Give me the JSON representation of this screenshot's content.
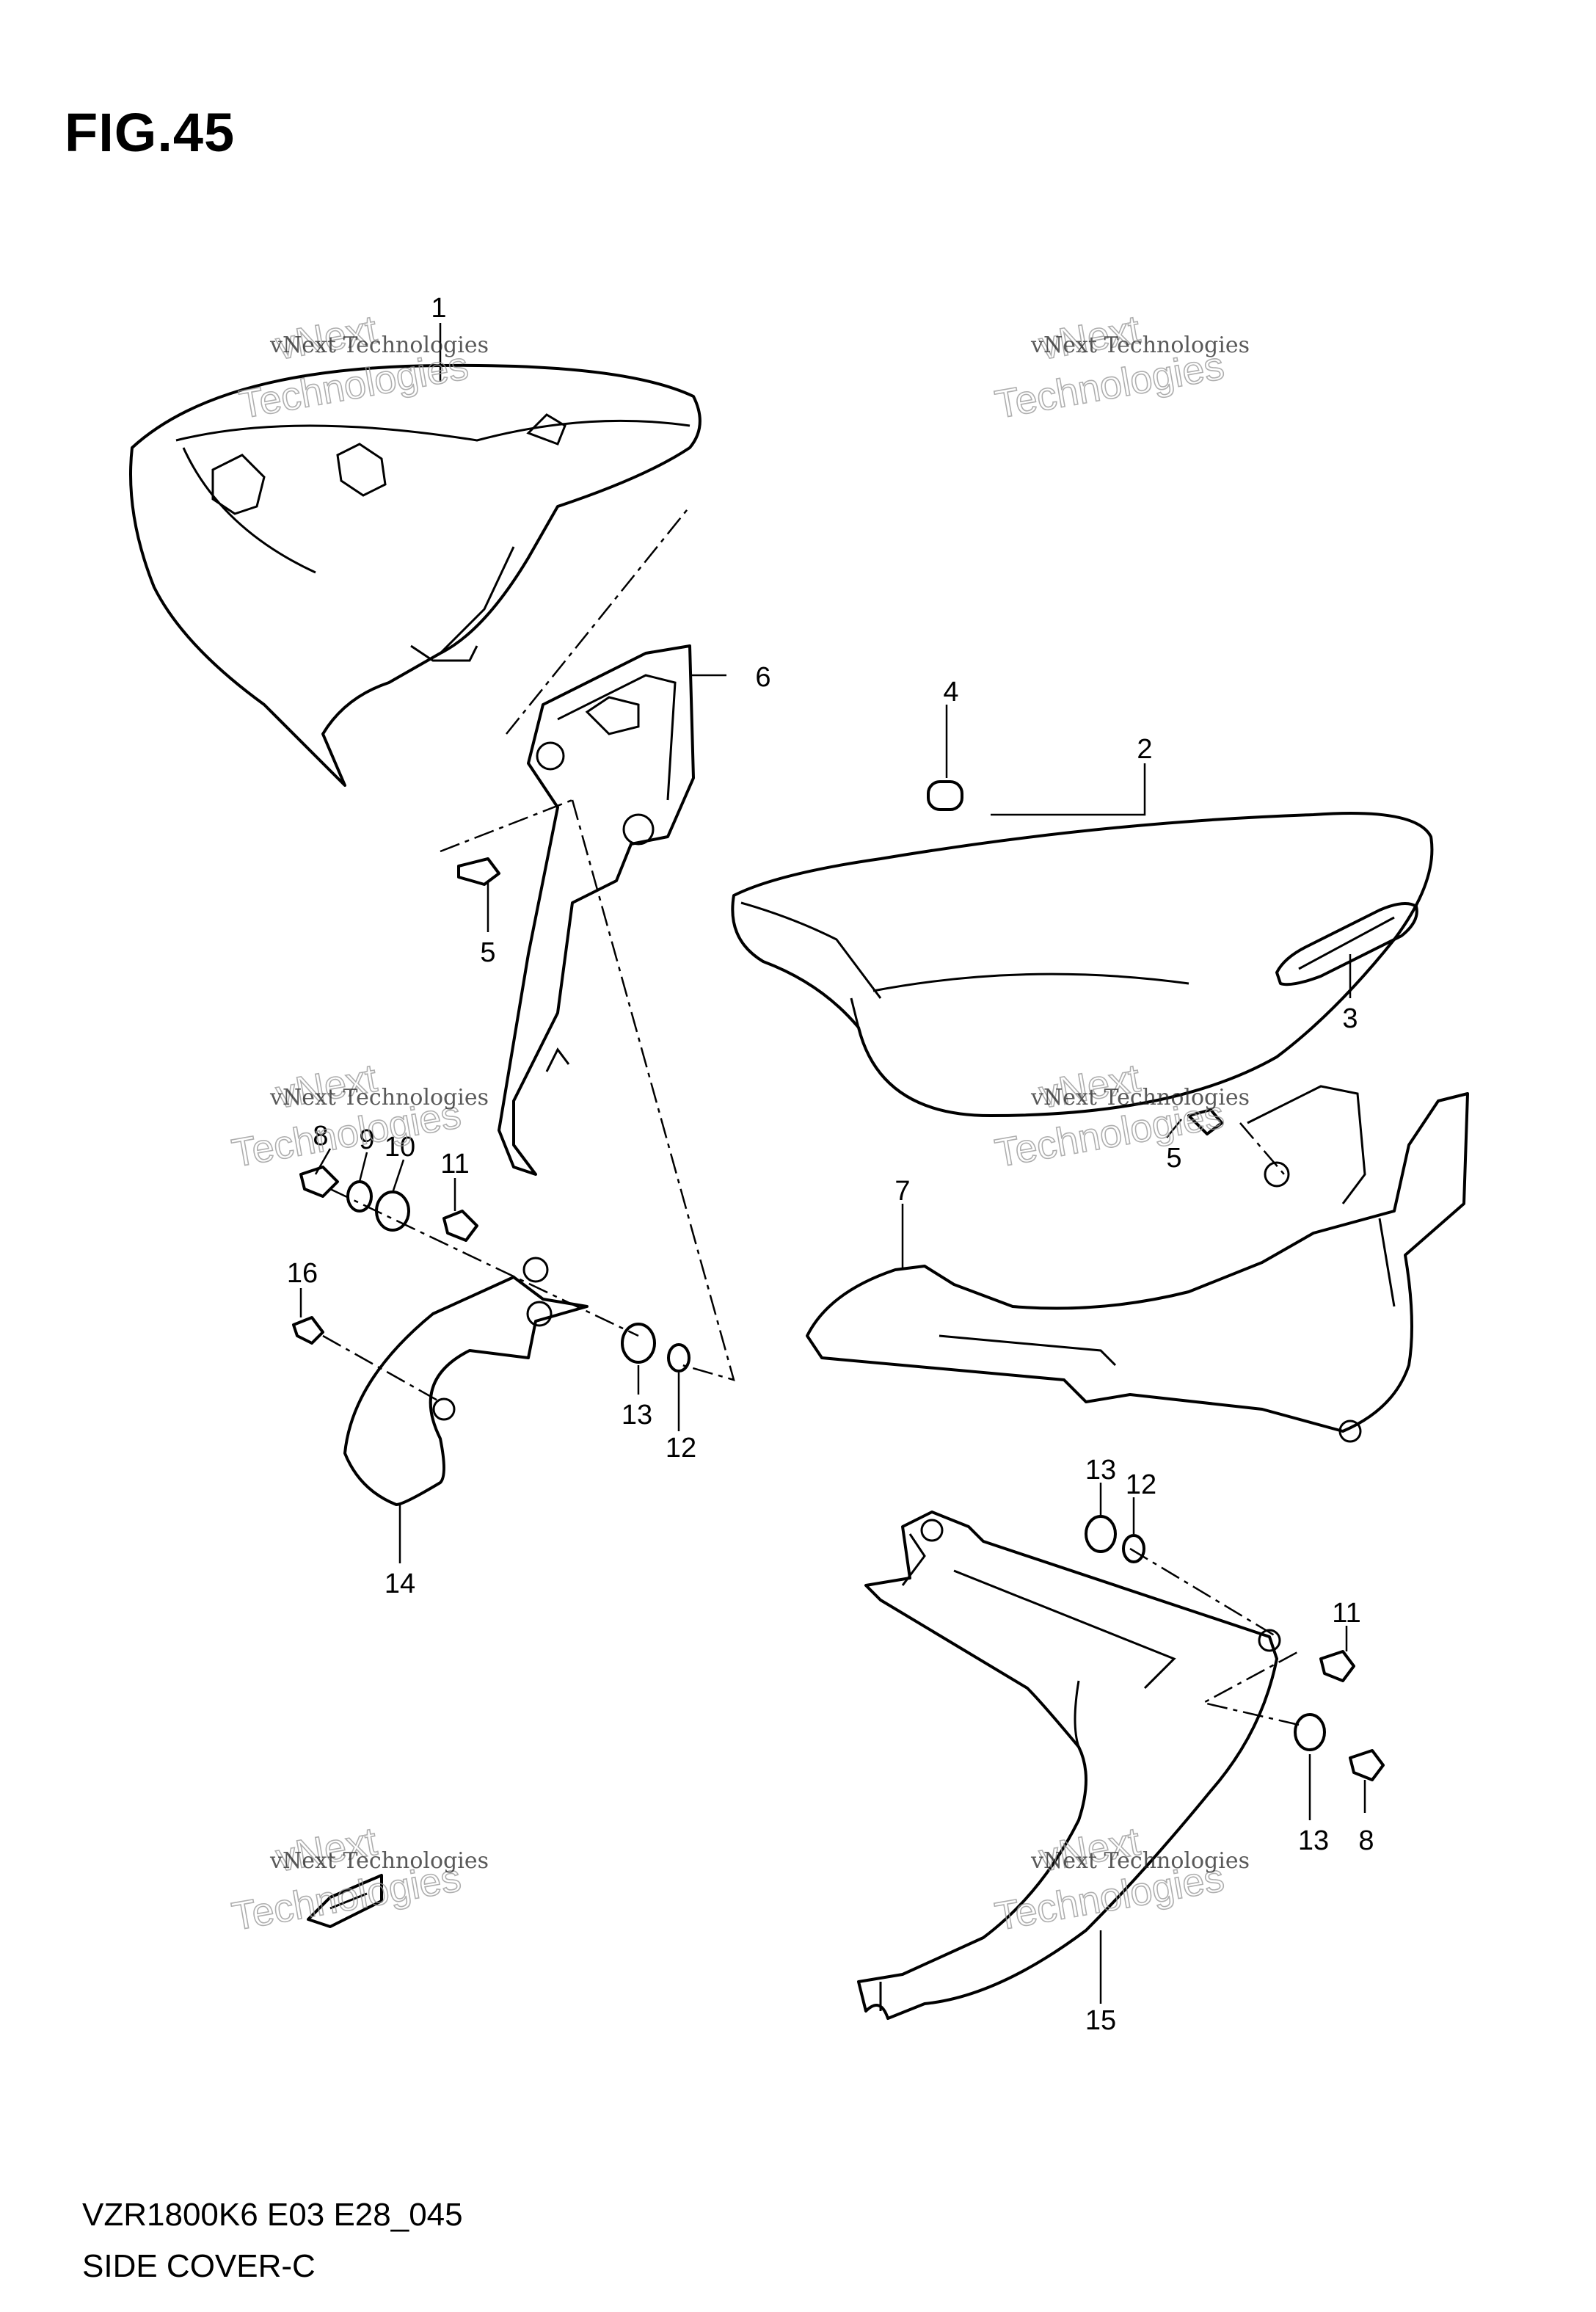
{
  "figure": {
    "title": "FIG.45"
  },
  "footer": {
    "code": "VZR1800K6 E03 E28_045",
    "name": "SIDE COVER-C"
  },
  "watermark": {
    "line1": "vNext Technologies",
    "line2": "vNext",
    "line3": "Technologies"
  },
  "parts": {
    "p1": "1",
    "p2": "2",
    "p3": "3",
    "p4": "4",
    "p5a": "5",
    "p5b": "5",
    "p6": "6",
    "p7": "7",
    "p8a": "8",
    "p8b": "8",
    "p9": "9",
    "p10": "10",
    "p11a": "11",
    "p11b": "11",
    "p12a": "12",
    "p12b": "12",
    "p13a": "13",
    "p13b": "13",
    "p13c": "13",
    "p14": "14",
    "p15": "15",
    "p16": "16"
  },
  "colors": {
    "line": "#000000",
    "watermark": "#9a9a9a",
    "background": "#ffffff"
  }
}
